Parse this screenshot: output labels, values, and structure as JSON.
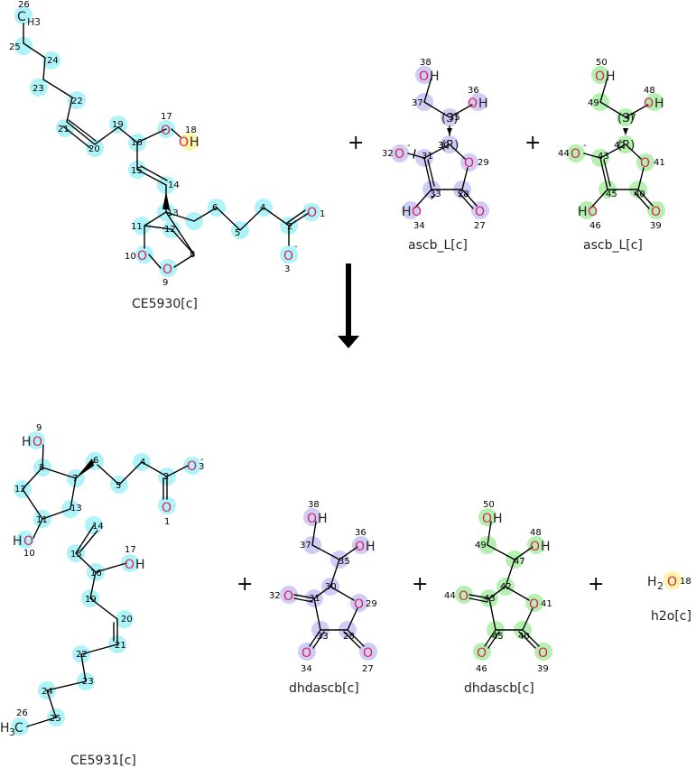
{
  "reaction": {
    "operator_plus": "+",
    "reactants": [
      {
        "name": "CE5930[c]"
      },
      {
        "name": "ascb_L[c]"
      },
      {
        "name": "ascb_L[c]"
      }
    ],
    "products": [
      {
        "name": "CE5931[c]"
      },
      {
        "name": "dhdascb[c]"
      },
      {
        "name": "dhdascb[c]"
      },
      {
        "name": "h2o[c]"
      }
    ]
  },
  "colors": {
    "cyan_highlight": "#aef3f8",
    "blue_highlight": "#cfcdf5",
    "green_highlight": "#b5f0b0",
    "yellow_highlight": "#fbf3a6",
    "oxygen": "#e0205a"
  }
}
